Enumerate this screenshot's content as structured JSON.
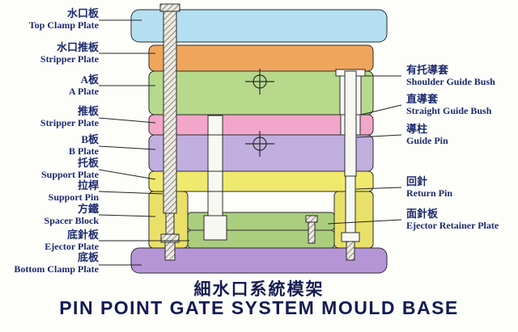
{
  "title": {
    "zh": "細水口系統模架",
    "en": "PIN POINT GATE SYSTEM MOULD BASE"
  },
  "left_labels": [
    {
      "zh": "水口板",
      "en": "Top Clamp Plate"
    },
    {
      "zh": "水口推板",
      "en": "Stripper Plate"
    },
    {
      "zh": "A板",
      "en": "A Plate"
    },
    {
      "zh": "推板",
      "en": "Stripper Plate"
    },
    {
      "zh": "B板",
      "en": "B Plate"
    },
    {
      "zh": "托板",
      "en": "Support Plate"
    },
    {
      "zh": "拉桿",
      "en": "Support Pin"
    },
    {
      "zh": "方鐵",
      "en": "Spacer Block"
    },
    {
      "zh": "底針板",
      "en": "Ejector Plate"
    },
    {
      "zh": "底板",
      "en": "Bottom Clamp Plate"
    }
  ],
  "right_labels": [
    {
      "zh": "有托導套",
      "en": "Shoulder Guide Bush"
    },
    {
      "zh": "直導套",
      "en": "Straight Guide Bush"
    },
    {
      "zh": "導柱",
      "en": "Guide Pin"
    },
    {
      "zh": "回針",
      "en": "Return Pin"
    },
    {
      "zh": "面針板",
      "en": "Ejector Retainer Plate"
    }
  ],
  "colors": {
    "top_clamp_plate": "#b3dff0",
    "stripper_plate_top": "#f0a55c",
    "a_plate": "#b6d98c",
    "stripper_plate_mid": "#f2a6c9",
    "b_plate": "#c0afdf",
    "support_plate": "#efe96e",
    "spacer_block": "#e8e069",
    "ejector_retainer_plate": "#aace7e",
    "ejector_plate": "#aace7e",
    "bottom_clamp_plate": "#b595d5",
    "pin_fill": "#f8f8f3",
    "outline": "#2b2b2b",
    "label_text": "#1c2a6e",
    "title_text": "#131c52"
  }
}
